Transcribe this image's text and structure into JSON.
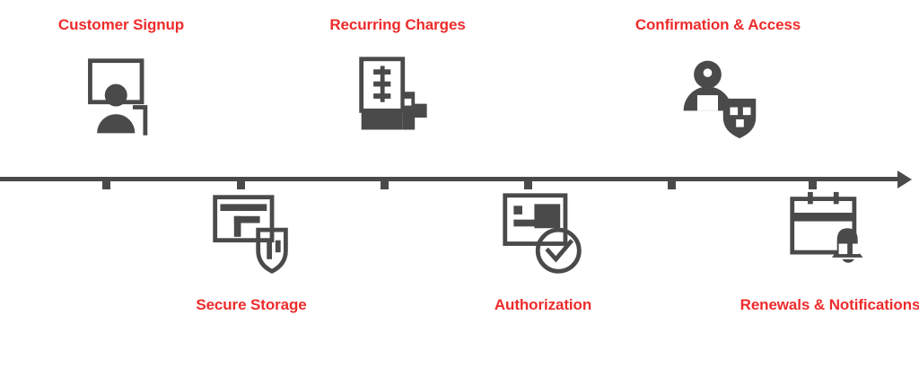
{
  "diagram": {
    "type": "horizontal-timeline",
    "orientation": "left-to-right",
    "accent_color": "#ee2b2b",
    "line_color": "#4a4a4a",
    "background_color": "#ffffff",
    "tick_count": 6,
    "milestones": [
      {
        "index": 1,
        "label": "Customer Signup",
        "position": "above",
        "icon": "user-signup-icon",
        "tick_x": 118
      },
      {
        "index": 2,
        "label": "Secure Storage",
        "position": "below",
        "icon": "card-shield-icon",
        "tick_x": 268
      },
      {
        "index": 3,
        "label": "Recurring Charges",
        "position": "above",
        "icon": "mobile-payment-recurring-icon",
        "tick_x": 428
      },
      {
        "index": 4,
        "label": "Authorization",
        "position": "below",
        "icon": "card-check-icon",
        "tick_x": 588
      },
      {
        "index": 5,
        "label": "Confirmation & Access",
        "position": "above",
        "icon": "user-key-badge-icon",
        "tick_x": 748
      },
      {
        "index": 6,
        "label": "Renewals & Notifications",
        "position": "below",
        "icon": "calendar-bell-icon",
        "tick_x": 905
      }
    ]
  }
}
